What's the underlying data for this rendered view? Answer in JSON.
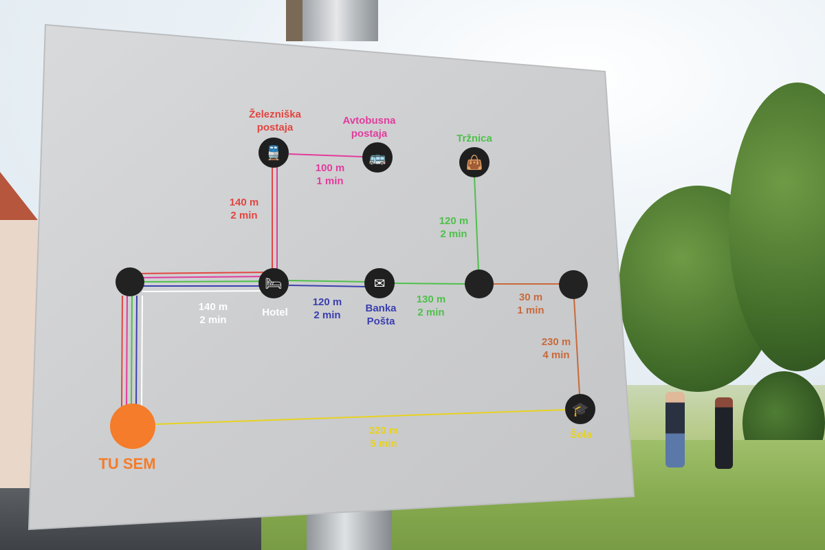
{
  "sign": {
    "stations": {
      "train": {
        "name_line1": "Železniška",
        "name_line2": "postaja",
        "icon": "train-icon"
      },
      "bus": {
        "name_line1": "Avtobusna",
        "name_line2": "postaja",
        "icon": "bus-icon"
      },
      "market": {
        "name": "Tržnica",
        "icon": "shopping-bag-icon"
      },
      "hotel": {
        "name": "Hotel",
        "icon": "bed-icon"
      },
      "bank": {
        "name_line1": "Banka",
        "name_line2": "Pošta",
        "icon": "bank-post-icon"
      },
      "school": {
        "name": "Šola",
        "icon": "graduation-cap-icon"
      },
      "here": {
        "name": "TU SEM"
      }
    },
    "segments": {
      "train_bus": {
        "distance": "100 m",
        "time": "1 min"
      },
      "hotel_train": {
        "distance": "140 m",
        "time": "2 min"
      },
      "junction_market": {
        "distance": "120 m",
        "time": "2 min"
      },
      "corner_hotel": {
        "distance": "140 m",
        "time": "2 min"
      },
      "hotel_bank": {
        "distance": "120 m",
        "time": "2 min"
      },
      "bank_junction": {
        "distance": "130 m",
        "time": "2 min"
      },
      "junction_corner": {
        "distance": "30 m",
        "time": "1 min"
      },
      "corner_school": {
        "distance": "230 m",
        "time": "4 min"
      },
      "here_school": {
        "distance": "320 m",
        "time": "5 min"
      }
    },
    "colors": {
      "red": "#e2453f",
      "pink": "#e23c9c",
      "green": "#4ec04a",
      "blue": "#3a3fae",
      "white": "#ffffff",
      "brown": "#c8693a",
      "yellow": "#e7d21f",
      "orange": "#f47c2a",
      "panel": "#cfd0d2"
    }
  }
}
